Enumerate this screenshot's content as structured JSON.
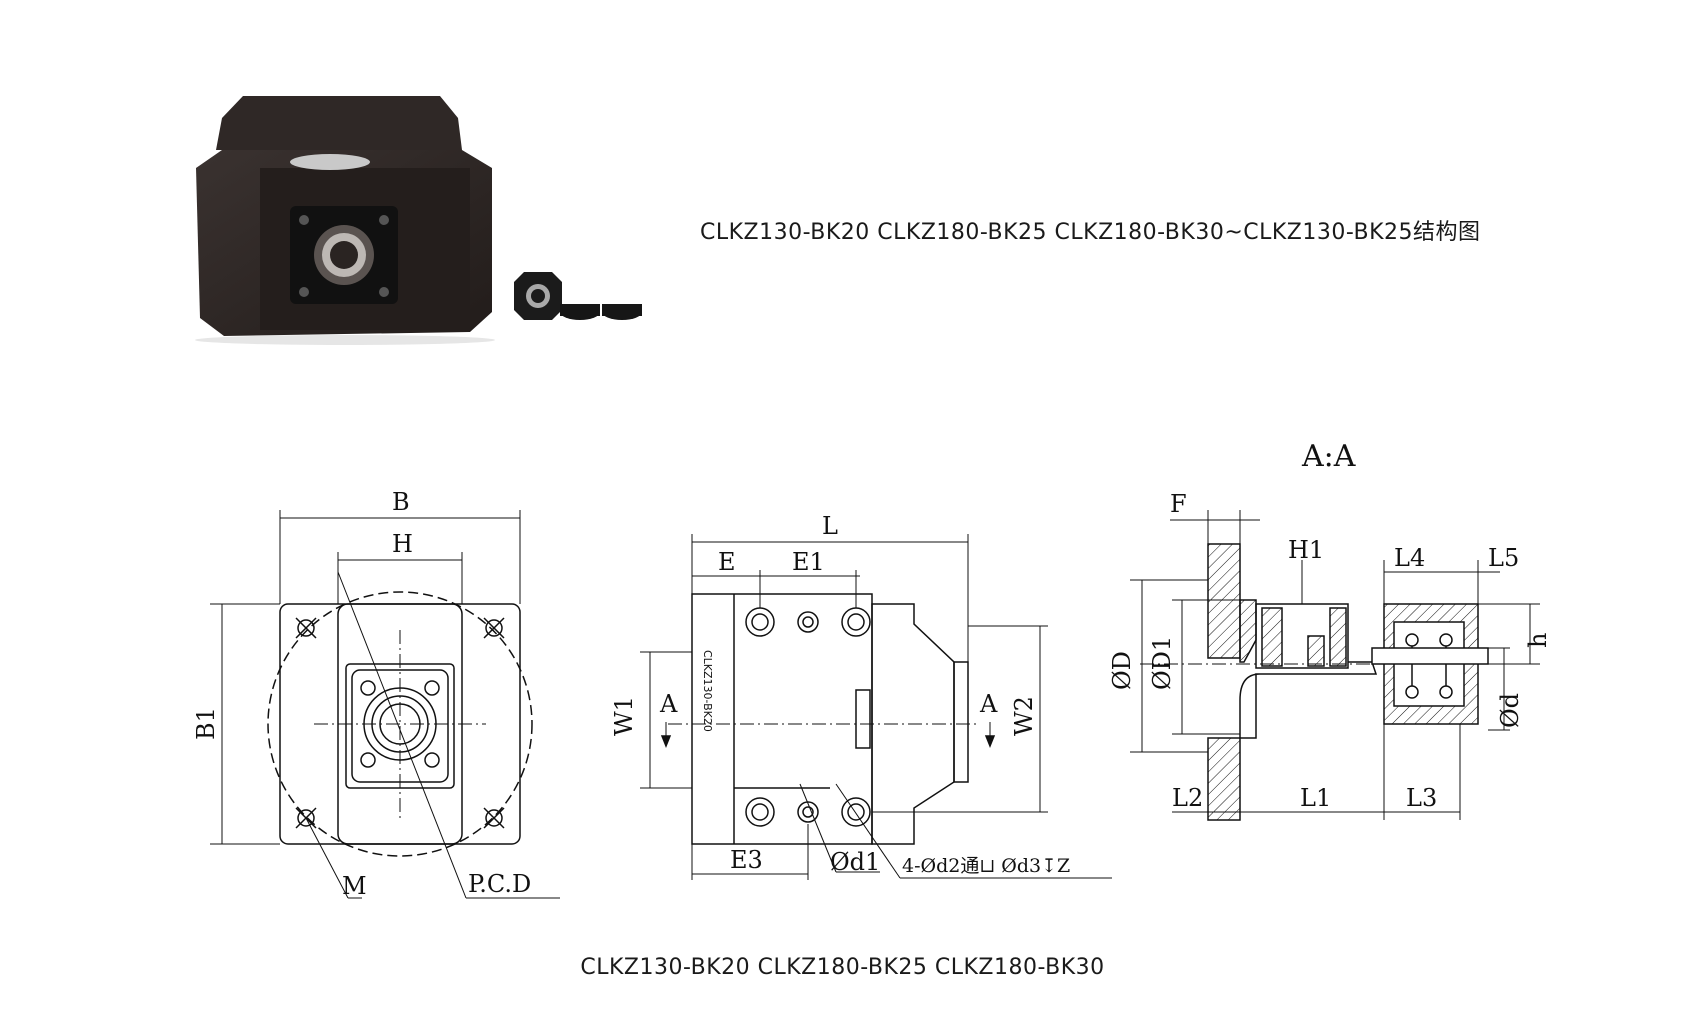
{
  "header": {
    "caption": "CLKZ130-BK20 CLKZ180-BK25 CLKZ180-BK30~CLKZ130-BK25结构图"
  },
  "footer": {
    "caption": "CLKZ130-BK20 CLKZ180-BK25 CLKZ180-BK30"
  },
  "front_view": {
    "labels": {
      "B": "B",
      "H": "H",
      "B1": "B1",
      "M": "M",
      "PCD": "P.C.D"
    }
  },
  "side_view": {
    "labels": {
      "L": "L",
      "E": "E",
      "E1": "E1",
      "E3": "E3",
      "W1": "W1",
      "W2": "W2",
      "A_left": "A",
      "A_right": "A",
      "d1": "Ød1",
      "holes": "4-Ød2通⊔ Ød3↧Z"
    },
    "engraving": "CLKZ130-BK20"
  },
  "section_view": {
    "title": "A:A",
    "labels": {
      "F": "F",
      "H1": "H1",
      "L4": "L4",
      "L5": "L5",
      "h": "h",
      "D": "ØD",
      "D1": "ØD1",
      "d": "Ød",
      "L1": "L1",
      "L2": "L2",
      "L3": "L3"
    }
  },
  "colors": {
    "line": "#111111",
    "part_body": "#2b2522",
    "background": "#ffffff"
  }
}
